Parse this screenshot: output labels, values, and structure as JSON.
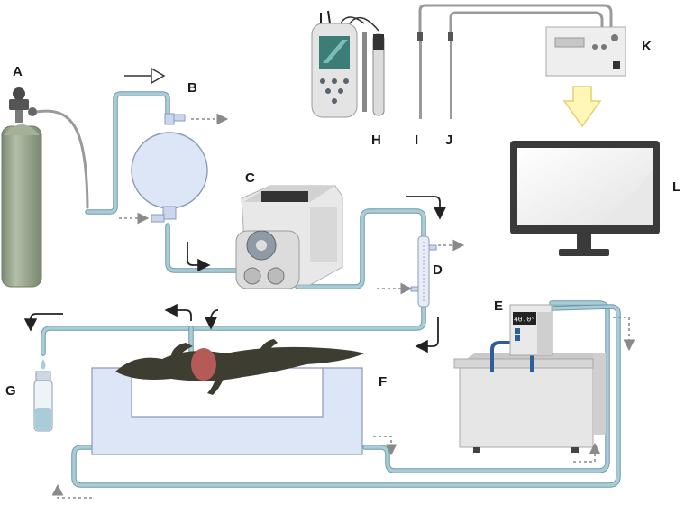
{
  "labels": {
    "A": "A",
    "B": "B",
    "C": "C",
    "D": "D",
    "E": "E",
    "F": "F",
    "G": "G",
    "H": "H",
    "I": "I",
    "J": "J",
    "K": "K",
    "L": "L"
  },
  "bath_display": "40.0°",
  "colors": {
    "tubing": "#a9cdd8",
    "gas_cylinder": "#98a58d",
    "chamber": "#dde6f6",
    "arrow_yellow": "#fff6b8"
  }
}
